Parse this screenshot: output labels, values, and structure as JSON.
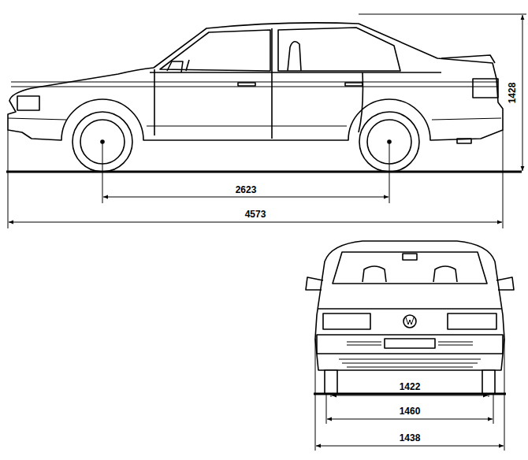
{
  "diagram": {
    "labels": [
      "1428",
      "2623",
      "4573",
      "1422",
      "1460",
      "1438"
    ]
  }
}
